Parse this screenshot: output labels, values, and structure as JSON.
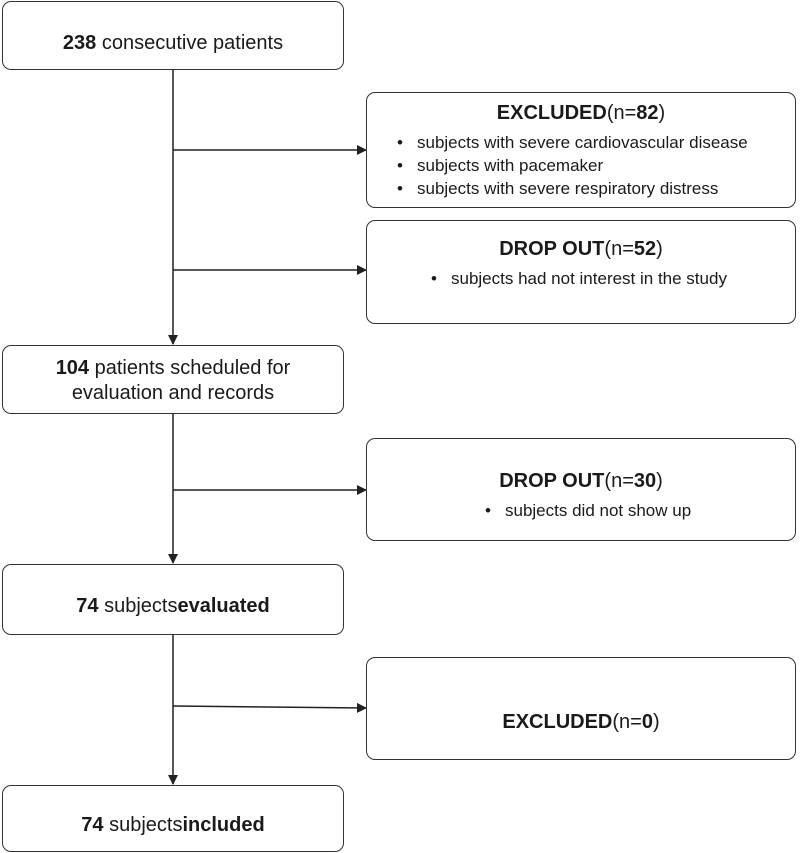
{
  "start": {
    "count": "238",
    "label": "consecutive patients"
  },
  "excluded1": {
    "title": "EXCLUDED",
    "n_prefix": "(n=",
    "n_value": "82",
    "n_suffix": ")",
    "items": [
      "subjects with severe cardiovascular disease",
      "subjects with pacemaker",
      "subjects with severe respiratory distress"
    ]
  },
  "dropout1": {
    "title": "DROP OUT",
    "n_prefix": "(n=",
    "n_value": "52",
    "n_suffix": ")",
    "items": [
      "subjects had not interest in the study"
    ]
  },
  "scheduled": {
    "count": "104",
    "label_line1": "patients scheduled for",
    "label_line2": "evaluation and records"
  },
  "dropout2": {
    "title": "DROP OUT",
    "n_prefix": "(n=",
    "n_value": "30",
    "n_suffix": ")",
    "items": [
      "subjects did not show up"
    ]
  },
  "evaluated": {
    "count": "74",
    "label": "subjects",
    "label_bold": "evaluated"
  },
  "excluded2": {
    "title": "EXCLUDED",
    "n_prefix": "(n=",
    "n_value": "0",
    "n_suffix": ")"
  },
  "included": {
    "count": "74",
    "label": "subjects",
    "label_bold": "included"
  }
}
